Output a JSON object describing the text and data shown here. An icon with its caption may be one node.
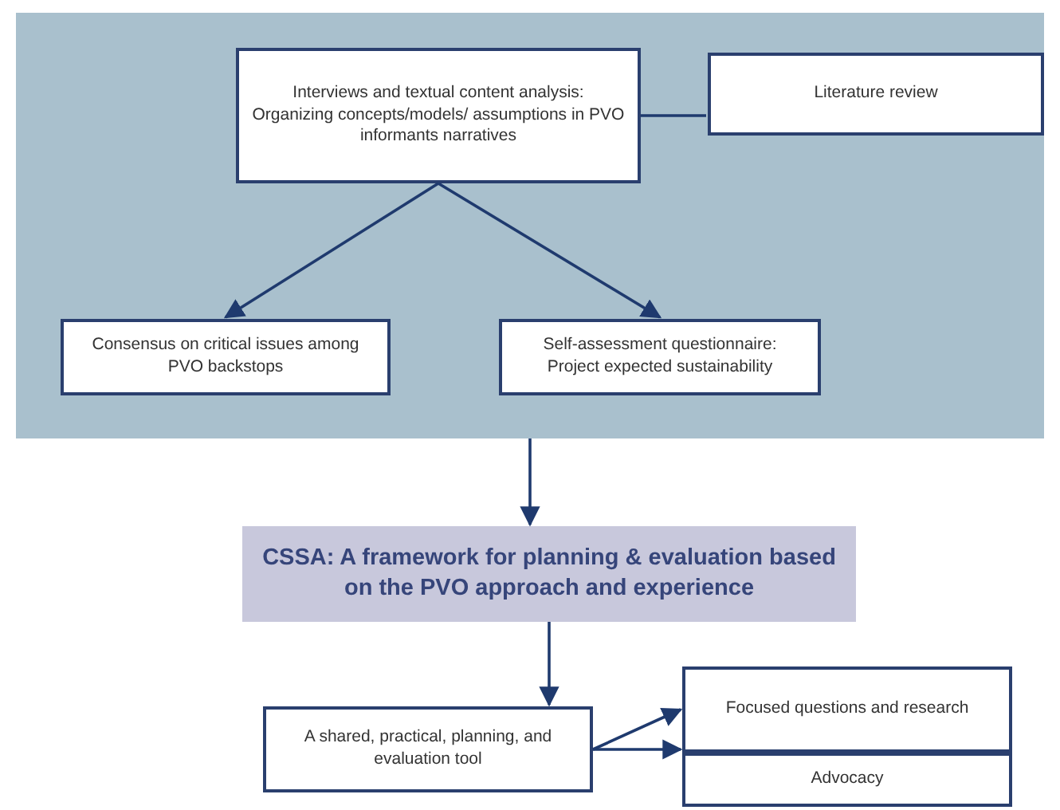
{
  "diagram": {
    "nodes": [
      {
        "text": [],
        "shape": "box"
      },
      {
        "text": [
          "Interviews and textual content analysis: Organizing concepts/models/ assumptions in PVO informants narratives"
        ],
        "in": 0
      },
      {
        "text": [
          "Literature review"
        ],
        "in": 0
      },
      {
        "text": [
          "Consensus on critical issues among PVO backstops"
        ],
        "in": 0
      },
      {
        "text": [
          "Self-assessment questionnaire: Project expected sustainability"
        ],
        "in": 0
      },
      {
        "text": [
          "CSSA: A framework for planning & evaluation based on the PVO approach and experience"
        ]
      },
      {
        "text": [
          "A shared, practical, planning, and evaluation tool"
        ]
      },
      {
        "text": [
          "Focused questions and research"
        ]
      },
      {
        "text": [
          "Advocacy"
        ]
      }
    ],
    "edges": [
      {
        "from": 1,
        "to": 2,
        "arrow": "none"
      },
      {
        "from": 1,
        "to": 3,
        "arrow": "to"
      },
      {
        "from": 1,
        "to": 4,
        "arrow": "to"
      },
      {
        "from": 0,
        "to": 5,
        "arrow": "to"
      },
      {
        "from": 5,
        "to": 6,
        "arrow": "to"
      },
      {
        "from": 6,
        "to": 7,
        "arrow": "to"
      },
      {
        "from": 6,
        "to": 8,
        "arrow": "to"
      }
    ]
  }
}
